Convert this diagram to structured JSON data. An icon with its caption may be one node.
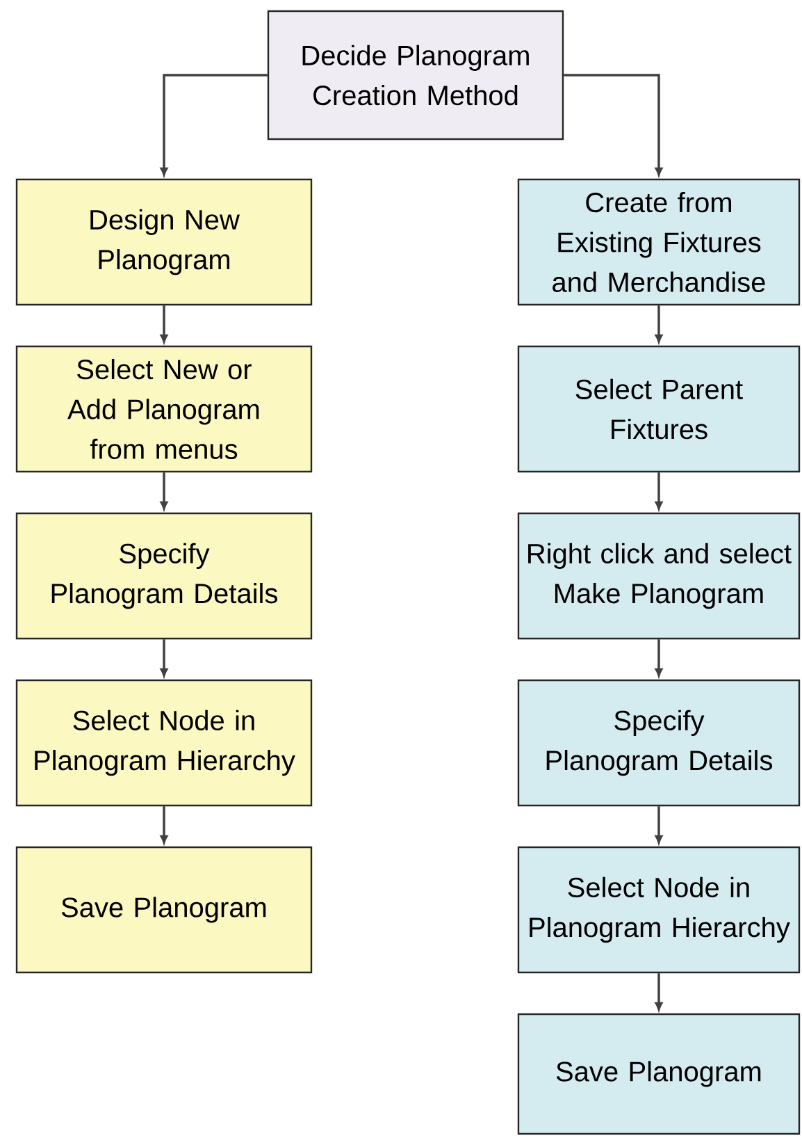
{
  "diagram": {
    "nodes": [
      {
        "text": [
          "Decide Planogram Creation Method"
        ]
      },
      {
        "text": [
          "Design New Planogram"
        ]
      },
      {
        "text": [
          "Select New or Add Planogram from menus"
        ]
      },
      {
        "text": [
          "Specify Planogram Details"
        ]
      },
      {
        "text": [
          "Select Node in Planogram Hierarchy"
        ]
      },
      {
        "text": [
          "Save Planogram"
        ]
      },
      {
        "text": [
          "Create from Existing Fixtures and Merchandise"
        ]
      },
      {
        "text": [
          "Select Parent Fixtures"
        ]
      },
      {
        "text": [
          "Right click and select Make Planogram"
        ]
      },
      {
        "text": [
          "Specify Planogram Details"
        ]
      },
      {
        "text": [
          "Select Node in Planogram Hierarchy"
        ]
      },
      {
        "text": [
          "Save Planogram"
        ]
      }
    ],
    "edges": [
      {
        "from": 0,
        "to": 1,
        "arrow": "to"
      },
      {
        "from": 1,
        "to": 2,
        "arrow": "to"
      },
      {
        "from": 2,
        "to": 3,
        "arrow": "to"
      },
      {
        "from": 3,
        "to": 4,
        "arrow": "to"
      },
      {
        "from": 4,
        "to": 5,
        "arrow": "to"
      },
      {
        "from": 0,
        "to": 6,
        "arrow": "to"
      },
      {
        "from": 6,
        "to": 7,
        "arrow": "to"
      },
      {
        "from": 7,
        "to": 8,
        "arrow": "to"
      },
      {
        "from": 8,
        "to": 9,
        "arrow": "to"
      },
      {
        "from": 9,
        "to": 10,
        "arrow": "to"
      },
      {
        "from": 10,
        "to": 11,
        "arrow": "to"
      }
    ]
  }
}
